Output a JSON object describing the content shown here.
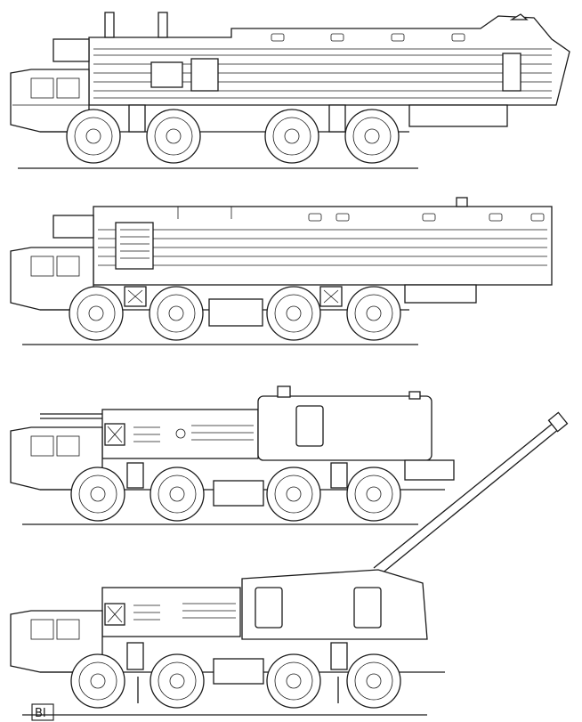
{
  "signature": {
    "text": "ВI"
  },
  "vehicles": [
    {
      "variant": "launcher-long-body"
    },
    {
      "variant": "launcher-box-body"
    },
    {
      "variant": "gun-stowed"
    },
    {
      "variant": "gun-raised"
    }
  ]
}
